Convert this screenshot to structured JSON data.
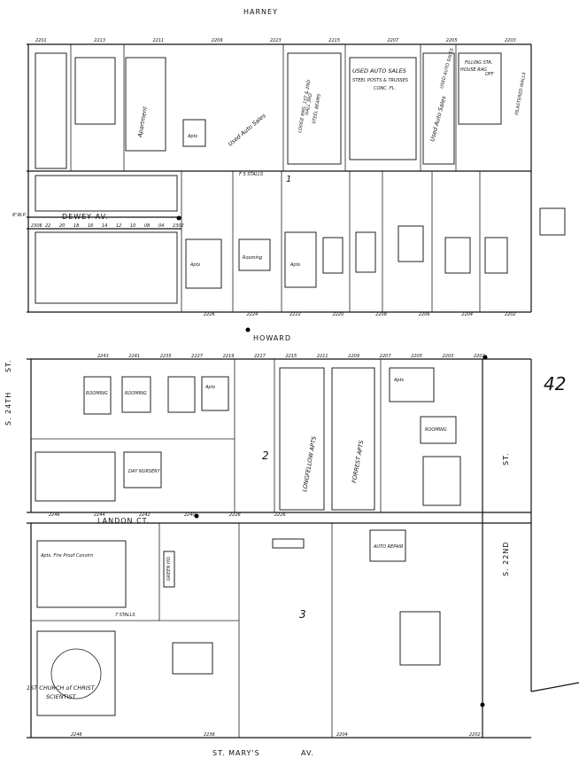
{
  "streets": {
    "harney": "HARNEY",
    "dewey": "DEWEY AV.",
    "howard": "HOWARD",
    "landon": "LANDON CT.",
    "st_marys": "ST. MARY'S",
    "st_marys_suffix": "AV.",
    "s24": "S. 24TH",
    "s24_suffix": "ST.",
    "s22": "S. 22ND",
    "s22_suffix": "ST."
  },
  "sheet_number": "42",
  "blocks": {
    "b1": "1",
    "b2": "2",
    "b3": "3"
  },
  "labels": {
    "used_auto_sales_1": "USED AUTO SALES",
    "used_auto_sales_2": "Used Auto Sales",
    "used_auto_sales_3": "Used Auto Sales",
    "used_auto_sales_4": "USED AUTO SALES",
    "steel_posts": "STEEL POSTS & TRUSSES",
    "conc_fl": "CONC. FL.",
    "lodge": "LODGE RMS. 1ST & 2ND",
    "hall": "HALL 3RD",
    "steel_beams": "STEEL BEAMS",
    "apartment": "Apartment",
    "apts_1": "Apts",
    "apts_2": "Apts",
    "apts_3": "Apts",
    "apts_4": "Apts",
    "apts_5": "Apts",
    "rooming_1": "Rooming",
    "rooming_2": "ROOMING",
    "rooming_3": "ROOMING",
    "rooming_4": "ROOMING",
    "day_nursery": "DAY NURSERY",
    "longfellow": "LONGFELLOW APTS",
    "forrest": "FORREST APTS",
    "fireproof": "Apts. Fire Proof Constrn",
    "auto_repair": "AUTO REPAIR",
    "church_1": "1ST CHURCH of CHRIST",
    "church_2": "SCIENTIST",
    "stalls_1": "7 STALLS",
    "stalls_2": "F S STALLS",
    "green_ho": "GREEN HO.",
    "office": "OFF",
    "filling": "FILLING STA.",
    "pilastered": "PILASTERED WALLS",
    "house_rag": "HOUSE RAG",
    "wp_label": "6\"W.P."
  },
  "addresses": {
    "harney_row": [
      "2201",
      "2213",
      "2211",
      "2209",
      "2223",
      "2215",
      "2207",
      "2205",
      "2203"
    ],
    "dewey_row": [
      "2306",
      "22",
      "20",
      "18",
      "16",
      "14",
      "12",
      "10",
      "08",
      "04",
      "2302"
    ],
    "howard_row": [
      "2243",
      "2241",
      "2235",
      "2227",
      "2219",
      "2217",
      "2215",
      "2211",
      "2209",
      "2207",
      "2205",
      "2203",
      "2201"
    ],
    "landon_row": [
      "2246",
      "2244",
      "2242",
      "2240",
      "2228",
      "2226"
    ],
    "bottom_row": [
      "2246",
      "2236",
      "2204",
      "2202"
    ],
    "howard_south": [
      "2226",
      "2224",
      "2222",
      "2220",
      "2208",
      "2206",
      "2204",
      "2202"
    ]
  }
}
